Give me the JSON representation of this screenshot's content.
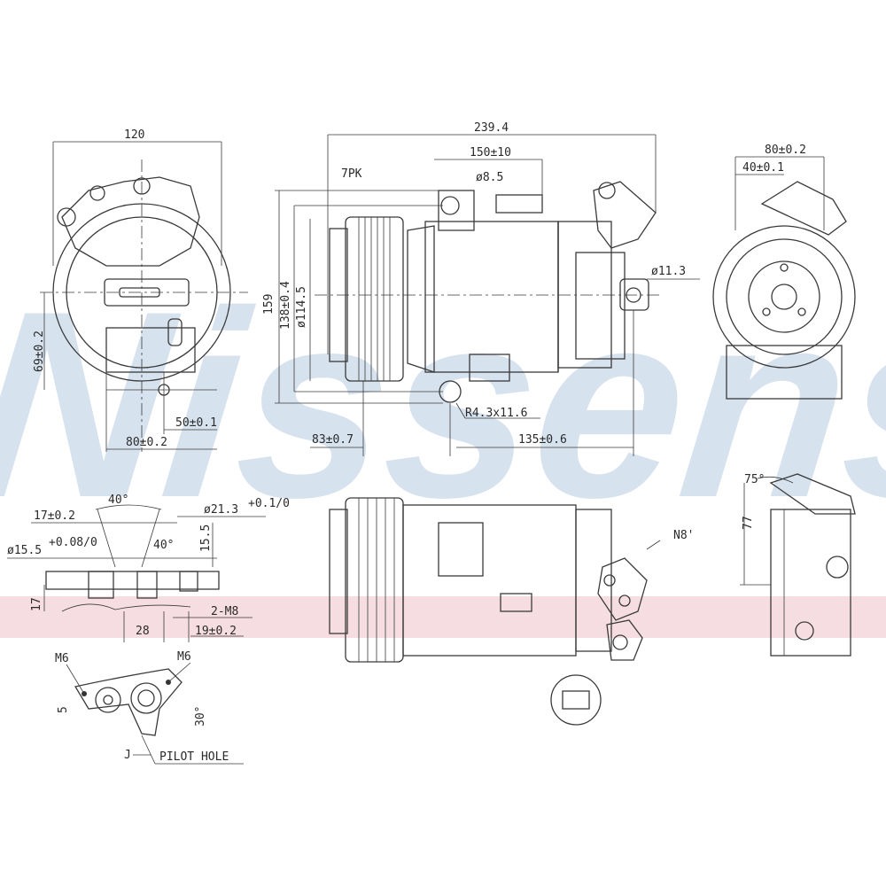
{
  "watermark": "Nissens",
  "colors": {
    "watermark": "#d6e2ee",
    "band": "#f6dde1",
    "line": "#3a3a3a"
  },
  "front_view": {
    "width": "120",
    "height": "69±0.2",
    "offset1": "50±0.1",
    "offset2": "80±0.2"
  },
  "side_view": {
    "overall_length": "239.4",
    "connector": "150±10",
    "belt": "7PK",
    "hole_top": "ø8.5",
    "hole_right": "ø11.3",
    "height_total": "159",
    "height_mount": "138±0.4",
    "pulley_diameter": "ø114.5",
    "slot": "R4.3x11.6",
    "pulley_offset": "83±0.7",
    "mount_spacing": "135±0.6"
  },
  "rear_view": {
    "width": "80±0.2",
    "half_width": "40±0.1"
  },
  "detail_section": {
    "angle_top": "40°",
    "width_a": "17±0.2",
    "bore_large": "ø21.3",
    "bore_large_tol": "+0.1/0",
    "bore_small": "ø15.5",
    "bore_small_tol": "+0.08/0",
    "angle_mid": "40°",
    "depth": "15.5",
    "height": "17",
    "thread": "2-M8",
    "spacing": "28",
    "offset": "19±0.2"
  },
  "detail_flange": {
    "thread_left": "M6",
    "thread_right": "M6",
    "offset": "5",
    "angle": "30°",
    "view_marker": "J",
    "pilot_hole": "PILOT HOLE"
  },
  "bottom_view": {
    "thread": "N8'",
    "angle": "75°",
    "length": "77"
  }
}
